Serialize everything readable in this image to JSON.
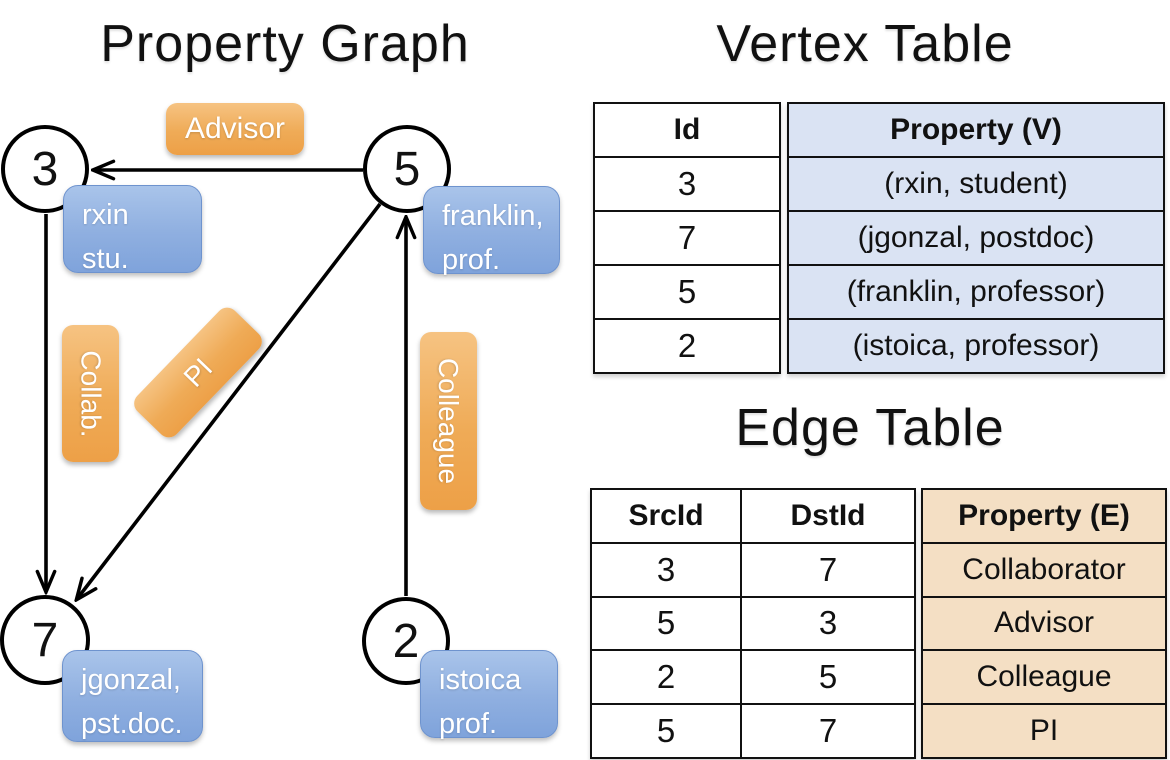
{
  "graph": {
    "title": "Property Graph",
    "vertices": {
      "v3": {
        "id": "3",
        "line1": "rxin",
        "line2": "stu."
      },
      "v5": {
        "id": "5",
        "line1": "franklin,",
        "line2": "prof."
      },
      "v7": {
        "id": "7",
        "line1": "jgonzal,",
        "line2": "pst.doc."
      },
      "v2": {
        "id": "2",
        "line1": "istoica",
        "line2": "prof."
      }
    },
    "edge_labels": {
      "advisor": "Advisor",
      "collab": "Collab.",
      "pi": "PI",
      "colleague": "Colleague"
    }
  },
  "vertex_table": {
    "title": "Vertex Table",
    "columns": {
      "id": "Id",
      "property": "Property (V)"
    },
    "rows": [
      [
        "3",
        "(rxin, student)"
      ],
      [
        "7",
        "(jgonzal, postdoc)"
      ],
      [
        "5",
        "(franklin, professor)"
      ],
      [
        "2",
        "(istoica, professor)"
      ]
    ]
  },
  "edge_table": {
    "title": "Edge Table",
    "columns": {
      "src": "SrcId",
      "dst": "DstId",
      "property": "Property (E)"
    },
    "rows": [
      [
        "3",
        "7",
        "Collaborator"
      ],
      [
        "5",
        "3",
        "Advisor"
      ],
      [
        "2",
        "5",
        "Colleague"
      ],
      [
        "5",
        "7",
        "PI"
      ]
    ]
  },
  "colors": {
    "edge_label_orange": "#efa54e",
    "vertex_box_blue": "#8fafe0",
    "vertex_table_fill": "#dae3f3",
    "edge_table_fill": "#f4dfc4",
    "line_black": "#000000"
  }
}
